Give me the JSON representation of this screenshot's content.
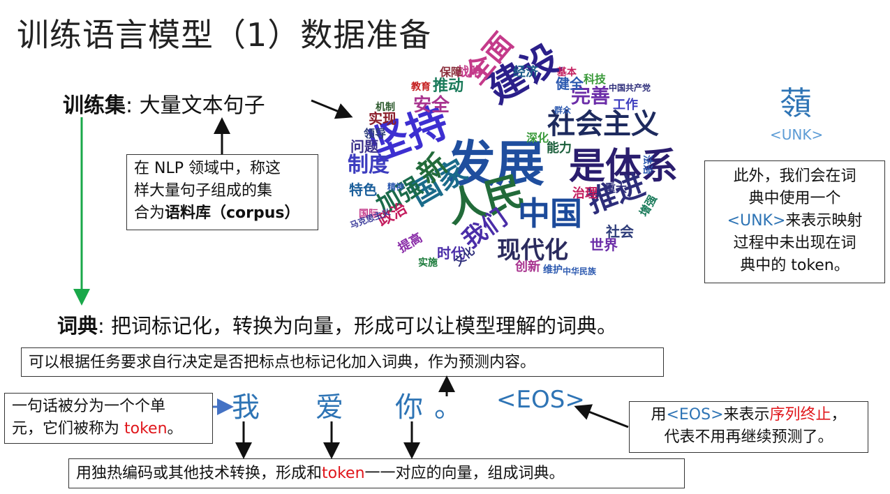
{
  "slide": {
    "title": "训练语言模型（1）数据准备",
    "training_set": {
      "label": "训练集",
      "colon": ":",
      "text": "大量文本句子"
    },
    "corpus_note": {
      "line1": "在 NLP 领域中，称这",
      "line2": "样大量句子组成的集",
      "line3_prefix": "合为",
      "line3_bold": "语料库（corpus）"
    },
    "unk_char": "䕘",
    "unk_label": "<UNK>",
    "unk_note": {
      "line1": "此外，我们会在词",
      "line2": "典中使用一个",
      "line3_blue": "<UNK>",
      "line3_rest": "来表示映射",
      "line4": "过程中未出现在词",
      "line5": "典中的 token。"
    },
    "vocab": {
      "label": "词典",
      "colon": ":",
      "text": "把词标记化，转换为向量，形成可以让模型理解的词典。"
    },
    "punct_note": "可以根据任务要求自行决定是否把标点也标记化加入词典，作为预测内容。",
    "token_note": {
      "line1": "一句话被分为一个个单",
      "line2_prefix": "元，它们被称为 ",
      "line2_red": "token",
      "line2_suffix": "。"
    },
    "tokens": [
      "我",
      "爱",
      "你",
      "。",
      "<EOS>"
    ],
    "eos_note": {
      "line1_prefix": "用",
      "line1_blue": "<EOS>",
      "line1_mid": "来表示",
      "line1_red": "序列终止",
      "line1_suffix": "，",
      "line2": "代表不用再继续预测了。"
    },
    "onehot_note": {
      "prefix": "用独热编码或其他技术转换，形成和",
      "red": "token",
      "suffix": "一一对应的向量，组成词典。"
    },
    "colors": {
      "blue": "#2e74b5",
      "red": "#e0161b",
      "green": "#1aa84a"
    },
    "word_cloud": [
      {
        "t": "发展",
        "c": "#1f4e9e"
      },
      {
        "t": "坚持",
        "c": "#3d2fd1"
      },
      {
        "t": "建设",
        "c": "#2b1f8a"
      },
      {
        "t": "是体系",
        "c": "#2a1d6e"
      },
      {
        "t": "社会主义",
        "c": "#1d2a5e"
      },
      {
        "t": "人民",
        "c": "#226b3a"
      },
      {
        "t": "中国",
        "c": "#1c4a9a"
      },
      {
        "t": "国家",
        "c": "#1a6b8a"
      },
      {
        "t": "推进",
        "c": "#2d2d7a"
      },
      {
        "t": "新",
        "c": "#226b3a"
      },
      {
        "t": "加强",
        "c": "#1a6b4a"
      },
      {
        "t": "现代化",
        "c": "#2b2b5e"
      },
      {
        "t": "我们",
        "c": "#4a2da8"
      },
      {
        "t": "全面",
        "c": "#c43a8a"
      },
      {
        "t": "制度",
        "c": "#3d3dbf"
      },
      {
        "t": "安全",
        "c": "#a8348f"
      },
      {
        "t": "完善",
        "c": "#6b2da8"
      },
      {
        "t": "推动",
        "c": "#1a7a5a"
      },
      {
        "t": "实现",
        "c": "#8a1d2a"
      },
      {
        "t": "问题",
        "c": "#3a2f8a"
      },
      {
        "t": "政治",
        "c": "#c41d5e"
      },
      {
        "t": "社会",
        "c": "#2e3d7a"
      },
      {
        "t": "世界",
        "c": "#6b2da8"
      },
      {
        "t": "时代",
        "c": "#4a2da8"
      },
      {
        "t": "创新",
        "c": "#a8348f"
      },
      {
        "t": "健全",
        "c": "#2d5ab0"
      },
      {
        "t": "能力",
        "c": "#1a5e3a"
      },
      {
        "t": "治理",
        "c": "#c41d5e"
      },
      {
        "t": "工作",
        "c": "#3d3dbf"
      },
      {
        "t": "深化",
        "c": "#3a9a3a"
      },
      {
        "t": "特色",
        "c": "#1a5e9a"
      },
      {
        "t": "战略",
        "c": "#c43a8a"
      },
      {
        "t": "经济",
        "c": "#1d5e8a"
      },
      {
        "t": "保障",
        "c": "#8a2d3a"
      },
      {
        "t": "领导",
        "c": "#2d3d7a"
      },
      {
        "t": "教育",
        "c": "#c41d1d"
      },
      {
        "t": "机制",
        "c": "#2d5a2d"
      },
      {
        "t": "科技",
        "c": "#3a9a3a"
      },
      {
        "t": "基本",
        "c": "#c41d5e"
      },
      {
        "t": "重大",
        "c": "#2d2d7a"
      },
      {
        "t": "法治",
        "c": "#2d5ab0"
      },
      {
        "t": "增强",
        "c": "#1a7a5a"
      },
      {
        "t": "提高",
        "c": "#8a2da8"
      },
      {
        "t": "实施",
        "c": "#1a7a3a"
      },
      {
        "t": "国际",
        "c": "#c43a8a"
      },
      {
        "t": "维护",
        "c": "#2d5ab0"
      },
      {
        "t": "中华民族",
        "c": "#2d5ab0"
      },
      {
        "t": "文化",
        "c": "#2d2d7a"
      },
      {
        "t": "精神",
        "c": "#2d5ab0"
      },
      {
        "t": "马克思主义",
        "c": "#3a3a9a"
      },
      {
        "t": "中国共产党",
        "c": "#2d2d7a"
      },
      {
        "t": "群众",
        "c": "#2d5ab0"
      }
    ]
  }
}
